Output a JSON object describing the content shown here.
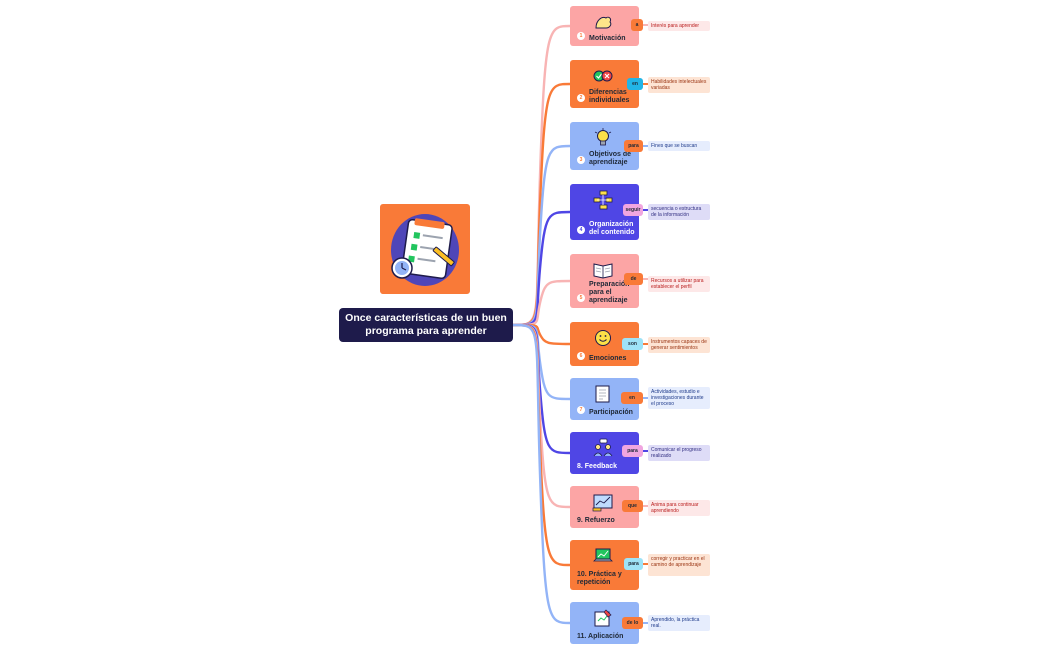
{
  "central": {
    "title": "Once características de un buen programa para aprender"
  },
  "colors": {
    "central_bg": "#1e1b4b",
    "pink": "#fca5a5",
    "orange": "#f97a38",
    "blue": "#93b4f7",
    "indigo": "#4f46e5",
    "light_pink_note": "#fde8e8",
    "light_orange_note": "#fde4d4",
    "light_blue_note": "#e6edfd",
    "light_indigo_note": "#dedcf7"
  },
  "branches": [
    {
      "num": "1",
      "label": "Motivación",
      "icon": "arm-muscle-icon",
      "connector": "a",
      "note": "Interés para aprender",
      "theme": "pink"
    },
    {
      "num": "2",
      "label": "Diferencias individuales",
      "icon": "check-cross-icon",
      "connector": "en",
      "note": "Habilidades intelectuales variadas",
      "theme": "orange"
    },
    {
      "num": "3",
      "label": "Objetivos de aprendizaje",
      "icon": "lightbulb-icon",
      "connector": "para",
      "note": "Fines que se buscan",
      "theme": "blue"
    },
    {
      "num": "4",
      "label": "Organización del contenido",
      "icon": "sitemap-icon",
      "connector": "seguir",
      "note": "secuencia o estructura de la información",
      "theme": "indigo"
    },
    {
      "num": "5",
      "label": "Preparación para el aprendizaje",
      "icon": "open-book-icon",
      "connector": "de",
      "note": "Recursos a utilizar para establecer el perfil",
      "theme": "pink"
    },
    {
      "num": "6",
      "label": "Emociones",
      "icon": "smiley-icon",
      "connector": "son",
      "note": "Instrumentos capaces de generar sentimientos",
      "theme": "orange"
    },
    {
      "num": "7",
      "label": "Participación",
      "icon": "document-list-icon",
      "connector": "en",
      "note": "Actividades, estudio e investigaciones durante el proceso",
      "theme": "blue"
    },
    {
      "num": "",
      "label": "8. Feedback",
      "icon": "people-chat-icon",
      "connector": "para",
      "note": "Comunicar el progreso realizado",
      "theme": "indigo"
    },
    {
      "num": "",
      "label": "9. Refuerzo",
      "icon": "chart-board-icon",
      "connector": "que",
      "note": "Anima para continuar aprendiendo",
      "theme": "pink"
    },
    {
      "num": "",
      "label": "10. Práctica y repetición",
      "icon": "laptop-chart-icon",
      "connector": "para",
      "note": "corregir y practicar en el camino de aprendizaje",
      "theme": "orange"
    },
    {
      "num": "",
      "label": "11. Aplicación",
      "icon": "edit-document-icon",
      "connector": "de lo",
      "note": "Aprendido, la práctica real.",
      "theme": "blue"
    }
  ]
}
